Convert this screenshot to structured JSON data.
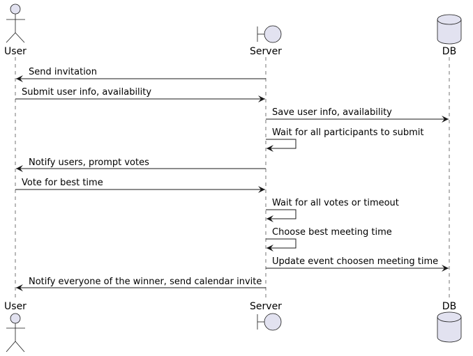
{
  "participants": [
    {
      "id": "user",
      "name": "User",
      "kind": "actor"
    },
    {
      "id": "server",
      "name": "Server",
      "kind": "boundary"
    },
    {
      "id": "db",
      "name": "DB",
      "kind": "database"
    }
  ],
  "messages": [
    {
      "from": "server",
      "to": "user",
      "label": "Send invitation"
    },
    {
      "from": "user",
      "to": "server",
      "label": "Submit user info, availability"
    },
    {
      "from": "server",
      "to": "db",
      "label": "Save user info, availability"
    },
    {
      "from": "server",
      "to": "server",
      "label": "Wait for all participants to submit"
    },
    {
      "from": "server",
      "to": "user",
      "label": "Notify users, prompt votes"
    },
    {
      "from": "user",
      "to": "server",
      "label": "Vote for best time"
    },
    {
      "from": "server",
      "to": "server",
      "label": "Wait for all votes or timeout"
    },
    {
      "from": "server",
      "to": "server",
      "label": "Choose best meeting time"
    },
    {
      "from": "server",
      "to": "db",
      "label": "Update event choosen meeting time"
    },
    {
      "from": "server",
      "to": "user",
      "label": "Notify everyone of the winner, send calendar invite"
    }
  ],
  "colors": {
    "participant_fill": "#E2E2F0",
    "line": "#181818",
    "lifeline": "#181818"
  }
}
